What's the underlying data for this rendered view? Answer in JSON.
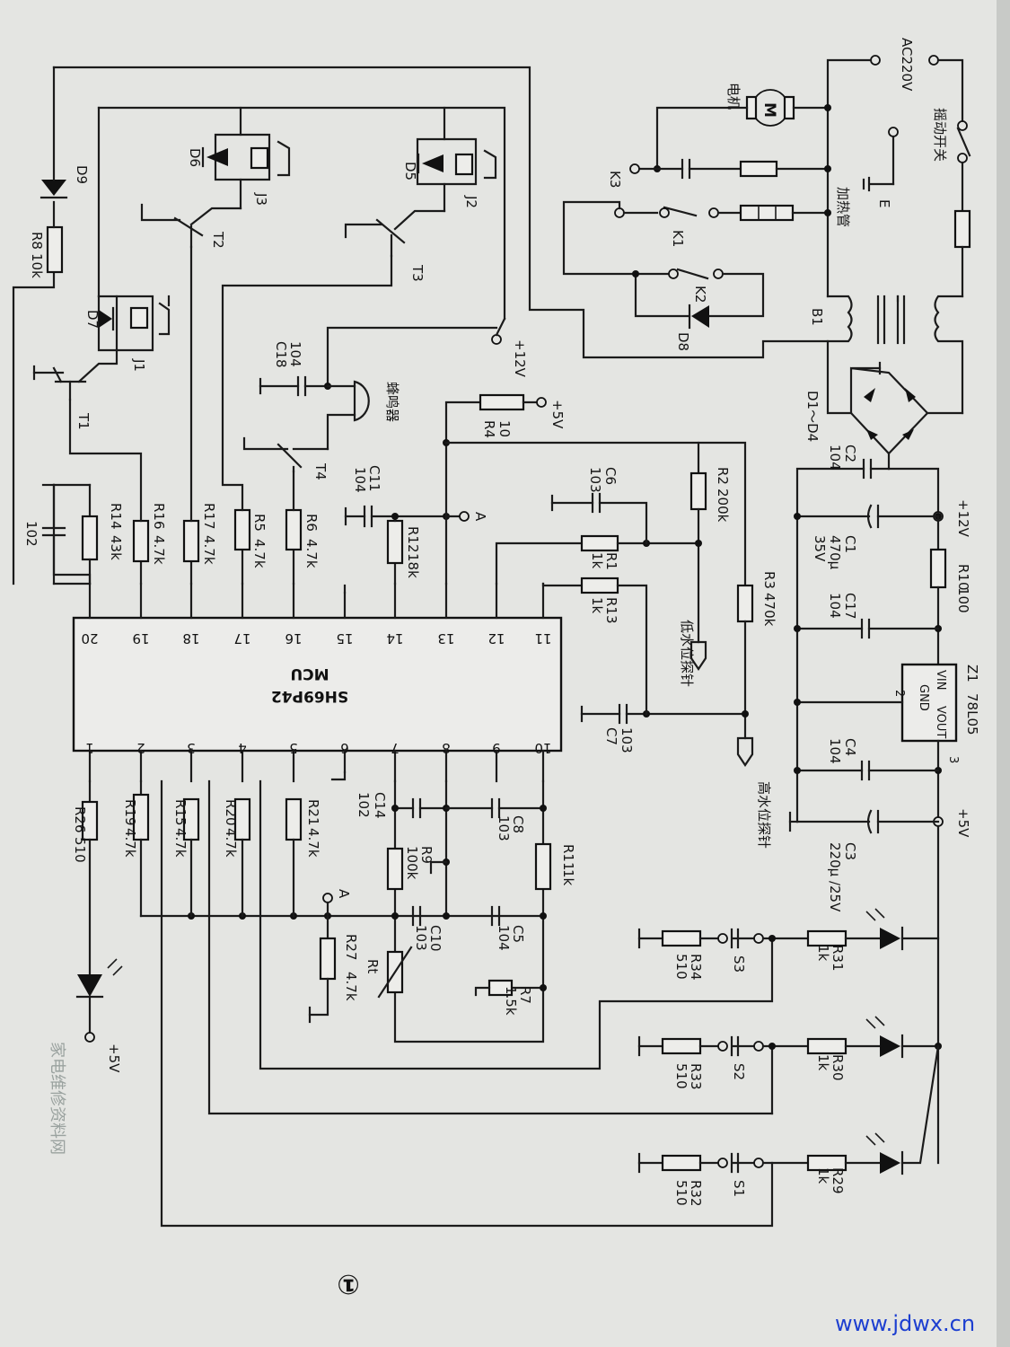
{
  "figure_number": "①",
  "mcu": {
    "name": "MCU",
    "part": "SH69P42",
    "pins": [
      "1",
      "2",
      "3",
      "4",
      "5",
      "6",
      "7",
      "8",
      "9",
      "10",
      "11",
      "12",
      "13",
      "14",
      "15",
      "16",
      "17",
      "18",
      "19",
      "20"
    ]
  },
  "power": {
    "ac_input": "AC220V",
    "shake_switch": "摇动开关",
    "motor": "电机",
    "motor_symbol": "M",
    "heater": "加热管",
    "earth": "E",
    "transformer": "B1",
    "bridge": "D1～D4",
    "v12": "+12V",
    "v5": "+5V",
    "regulator": {
      "ref": "Z1",
      "part": "78L05",
      "vin": "VIN",
      "vout": "VOUT",
      "gnd": "GND",
      "pin2": "2",
      "pin3": "3"
    }
  },
  "relays": {
    "k1": "K1",
    "k2": "K2",
    "k3": "K3",
    "j1": "J1",
    "j2": "J2",
    "j3": "J3"
  },
  "diodes": {
    "d5": "D5",
    "d6": "D6",
    "d7": "D7",
    "d8": "D8",
    "d9": "D9"
  },
  "transistors": {
    "t1": "T1",
    "t2": "T2",
    "t3": "T3",
    "t4": "T4"
  },
  "buzzer": "蜂鸣器",
  "probes": {
    "low": "低水位探针",
    "high": "高水位探针"
  },
  "node_a": "A",
  "switches": {
    "s1": "S1",
    "s2": "S2",
    "s3": "S3"
  },
  "resistors": {
    "r1": "R1",
    "r1_val": "1k",
    "r2": "R2",
    "r2_val": "200k",
    "r3": "R3",
    "r3_val": "470k",
    "r4": "R4",
    "r4_val": "10",
    "r5": "R5",
    "r5_val": "4.7k",
    "r6": "R6",
    "r6_val": "4.7k",
    "r7": "R7",
    "r7_val": "1.5k",
    "r8": "R8",
    "r8_val": "10k",
    "r9": "R9",
    "r9_val": "100k",
    "r10": "R10",
    "r10_val": "100",
    "r11": "R11",
    "r11_val": "1k",
    "r12": "R12",
    "r12_val": "18k",
    "r13": "R13",
    "r13_val": "1k",
    "r14": "R14",
    "r14_val": "43k",
    "r15": "R15",
    "r15_val": "4.7k",
    "r16": "R16",
    "r16_val": "4.7k",
    "r17": "R17",
    "r17_val": "4.7k",
    "r19": "R19",
    "r19_val": "4.7k",
    "r20": "R20",
    "r20_val": "4.7k",
    "r21": "R21",
    "r21_val": "4.7k",
    "r26": "R26",
    "r26_val": "510",
    "r27": "R27",
    "r27_val": "4.7k",
    "r29": "R29",
    "r29_val": "1k",
    "r30": "R30",
    "r30_val": "1k",
    "r31": "R31",
    "r31_val": "1k",
    "r32": "R32",
    "r32_val": "510",
    "r33": "R33",
    "r33_val": "510",
    "r34": "R34",
    "r34_val": "510",
    "rt": "Rt"
  },
  "capacitors": {
    "c1": "C1",
    "c1_val": "470μ",
    "c1_v": "35V",
    "c2": "C2",
    "c2_val": "104",
    "c3": "C3",
    "c3_val": "220μ /25V",
    "c4": "C4",
    "c4_val": "104",
    "c5": "C5",
    "c5_val": "104",
    "c6": "C6",
    "c6_val": "103",
    "c7": "C7",
    "c7_val": "103",
    "c8": "C8",
    "c8_val": "103",
    "c10": "C10",
    "c10_val": "103",
    "c11": "C11",
    "c11_val": "104",
    "c14": "C14",
    "c14_val": "102",
    "c15_val": "102",
    "c17": "C17",
    "c17_val": "104",
    "c18": "C18",
    "c18_val": "104"
  },
  "watermark": {
    "site": "www.jdwx.cn",
    "faint": "家电维修资料网"
  }
}
